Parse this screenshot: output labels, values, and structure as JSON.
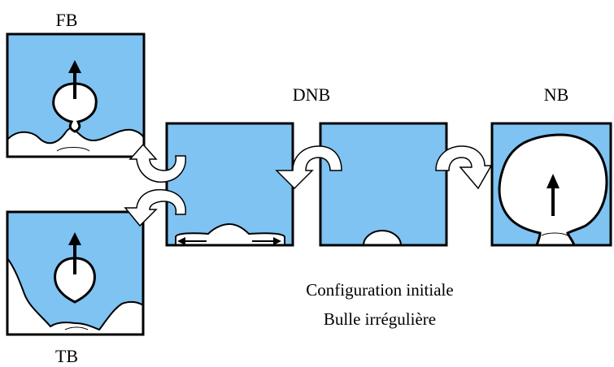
{
  "labels": {
    "fb": "FB",
    "tb": "TB",
    "dnb": "DNB",
    "nb": "NB"
  },
  "caption": {
    "line1": "Configuration initiale",
    "line2": "Bulle irrégulière"
  },
  "colors": {
    "liquid": "#7ec3f2",
    "vapor": "#ffffff",
    "stroke": "#000000",
    "arrow_fill": "#ffffff"
  }
}
